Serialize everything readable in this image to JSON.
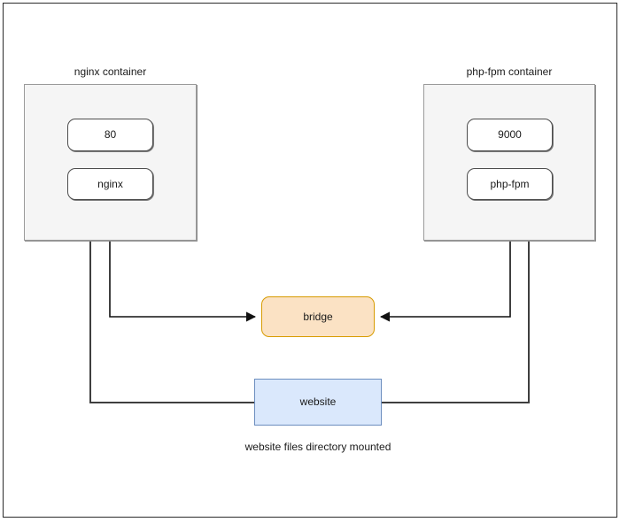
{
  "diagram": {
    "type": "architecture-diagram",
    "nodes": {
      "nginx_container": {
        "label": "nginx container",
        "port": "80",
        "service": "nginx"
      },
      "php_container": {
        "label": "php-fpm container",
        "port": "9000",
        "service": "php-fpm"
      },
      "bridge": {
        "label": "bridge"
      },
      "website": {
        "label": "website",
        "caption": "website files directory mounted"
      }
    },
    "colors": {
      "container_fill": "#f5f5f5",
      "container_stroke": "#9a9a9a",
      "service_fill": "#ffffff",
      "service_stroke": "#4d4d4d",
      "bridge_fill": "#fbe2c4",
      "bridge_stroke": "#d79b00",
      "website_fill": "#dae8fc",
      "website_stroke": "#6c8ebf",
      "edge_stroke": "#3f3f3f",
      "page_border": "#2b2b2b"
    }
  }
}
